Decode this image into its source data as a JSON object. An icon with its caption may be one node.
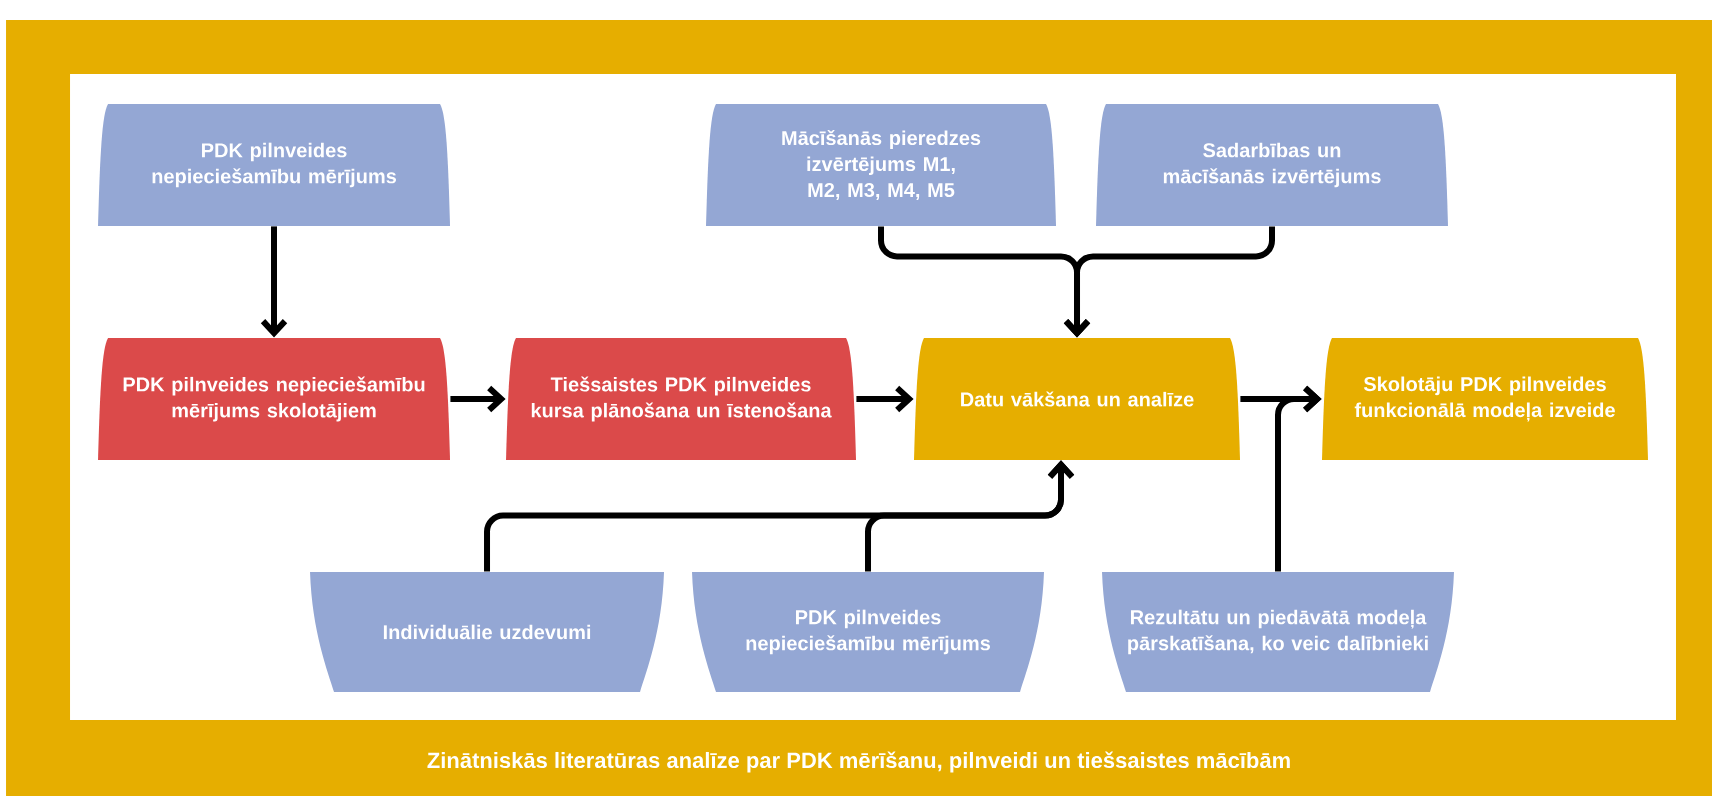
{
  "diagram": {
    "nodes": [
      {
        "text": [
          "Zinātniskās literatūras analīze par PDK mērīšanu, pilnveidi un tiešsaistes mācībām"
        ]
      },
      {
        "text": [
          "PDK pilnveides nepieciešamību mērījums"
        ],
        "in": 0
      },
      {
        "text": [
          "Mācīšanās pieredzes izvērtējums M1, M2, M3, M4, M5"
        ],
        "in": 0
      },
      {
        "text": [
          "Sadarbības un mācīšanās izvērtējums"
        ],
        "in": 0
      },
      {
        "text": [
          "PDK pilnveides nepieciešamību mērījums skolotājiem"
        ],
        "in": 0
      },
      {
        "text": [
          "Tiešsaistes PDK pilnveides kursa plānošana un īstenošana"
        ],
        "in": 0
      },
      {
        "text": [
          "Datu vākšana un analīze"
        ],
        "in": 0
      },
      {
        "text": [
          "Skolotāju PDK pilnveides funkcionālā modeļa izveide"
        ],
        "in": 0
      },
      {
        "text": [
          "Individuālie uzdevumi"
        ],
        "in": 0
      },
      {
        "text": [
          "PDK pilnveides nepieciešamību mērījums"
        ],
        "in": 0
      },
      {
        "text": [
          "Rezultātu un piedāvātā modeļa pārskatīšana, ko veic dalībnieki"
        ],
        "in": 0
      }
    ],
    "edges": [
      {
        "from": 1,
        "to": 4,
        "arrow": "to"
      },
      {
        "from": 4,
        "to": 5,
        "arrow": "to"
      },
      {
        "from": 5,
        "to": 6,
        "arrow": "to"
      },
      {
        "from": 2,
        "to": 6,
        "arrow": "to"
      },
      {
        "from": 3,
        "to": 6,
        "arrow": "to"
      },
      {
        "from": 6,
        "to": 7,
        "arrow": "to"
      },
      {
        "from": 8,
        "to": 6,
        "arrow": "to"
      },
      {
        "from": 9,
        "to": 6,
        "arrow": "to"
      },
      {
        "from": 10,
        "to": 7,
        "arrow": "to"
      }
    ]
  }
}
